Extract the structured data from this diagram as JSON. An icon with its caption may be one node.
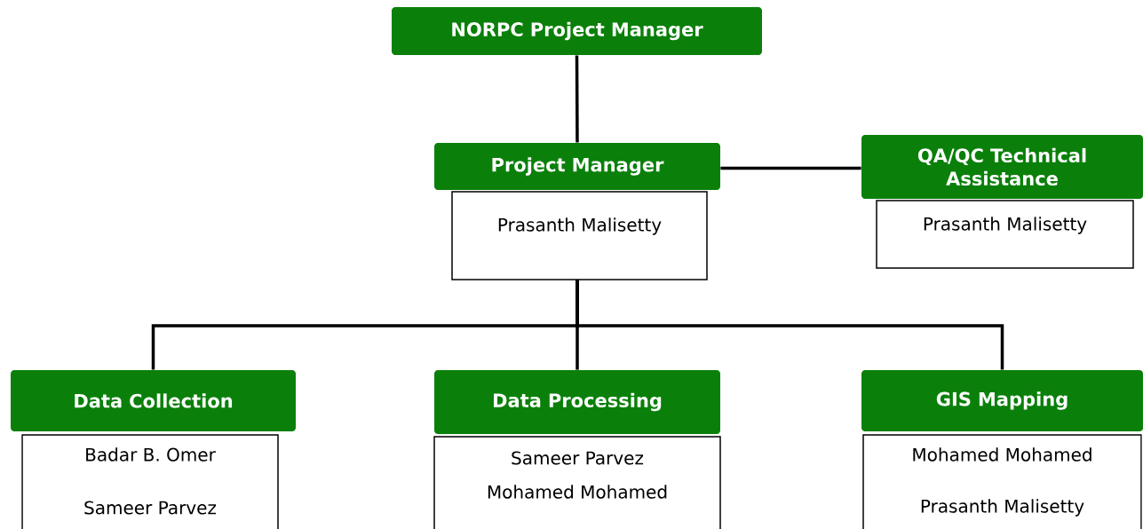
{
  "diagram": {
    "nodes": [
      {
        "text": [
          "NORPC Project Manager"
        ]
      },
      {
        "text": [
          "Project Manager",
          "Prasanth Malisetty"
        ]
      },
      {
        "text": [
          "QA/QC Technical Assistance",
          "Prasanth Malisetty"
        ]
      },
      {
        "text": [
          "Data Collection",
          "Badar B. Omer",
          "Sameer Parvez"
        ]
      },
      {
        "text": [
          "Data Processing",
          "Sameer Parvez",
          "Mohamed Mohamed"
        ]
      },
      {
        "text": [
          "GIS Mapping",
          "Mohamed Mohamed",
          "Prasanth Malisetty"
        ]
      }
    ],
    "edges": [
      {
        "from": 0,
        "to": 1,
        "arrow": "none"
      },
      {
        "from": 1,
        "to": 2,
        "arrow": "none"
      },
      {
        "from": 1,
        "to": 3,
        "arrow": "none"
      },
      {
        "from": 1,
        "to": 4,
        "arrow": "none"
      },
      {
        "from": 1,
        "to": 5,
        "arrow": "none"
      }
    ]
  }
}
